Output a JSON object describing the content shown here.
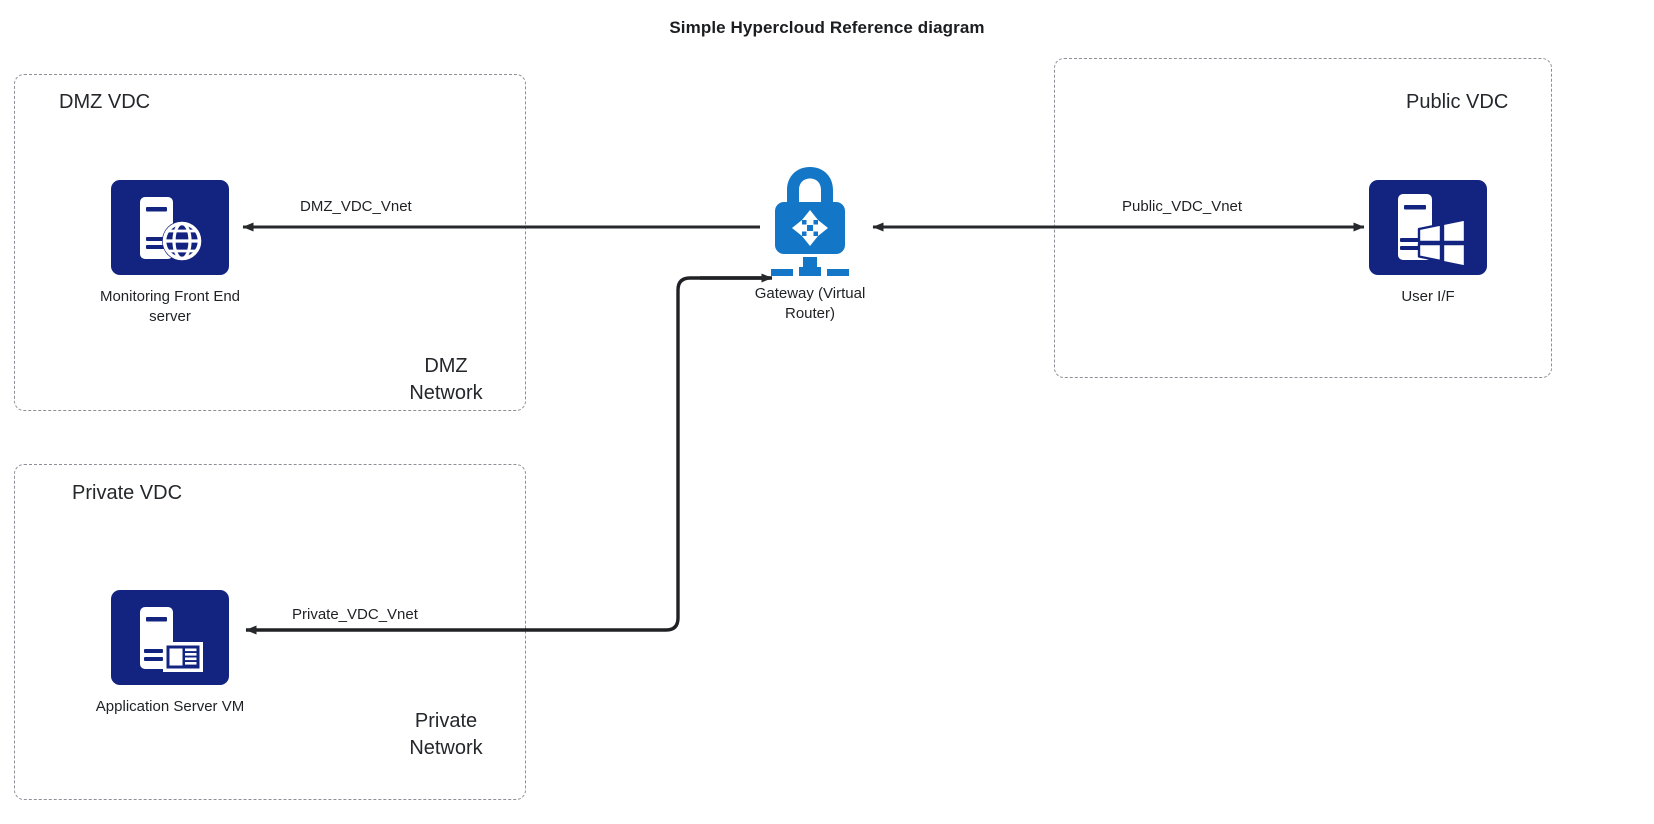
{
  "diagram": {
    "title": "Simple Hypercloud Reference diagram",
    "background": "#ffffff",
    "colors": {
      "icon_navy": "#132480",
      "gateway_blue": "#1476c6",
      "container_border": "#8c9096",
      "connector": "#1f2124",
      "text": "#1f2124"
    }
  },
  "containers": [
    {
      "id": "dmz",
      "title": "DMZ VDC",
      "network_label": "DMZ\nNetwork",
      "border_style": "dashed"
    },
    {
      "id": "private",
      "title": "Private VDC",
      "network_label": "Private\nNetwork",
      "border_style": "dashed"
    },
    {
      "id": "public",
      "title": "Public VDC",
      "network_label": "",
      "border_style": "dashed"
    }
  ],
  "nodes": [
    {
      "id": "monitoring",
      "caption": "Monitoring Front End\nserver",
      "icon": "server-globe-icon"
    },
    {
      "id": "appserver",
      "caption": "Application Server VM",
      "icon": "server-vm-icon"
    },
    {
      "id": "gateway",
      "caption": "Gateway (Virtual\nRouter)",
      "icon": "lock-router-icon"
    },
    {
      "id": "userif",
      "caption": "User I/F",
      "icon": "server-windows-icon"
    }
  ],
  "connections": [
    {
      "id": "dmz-vnet",
      "label": "DMZ_VDC_Vnet",
      "from": "gateway",
      "to": "monitoring",
      "arrow": "to-target"
    },
    {
      "id": "public-vnet",
      "label": "Public_VDC_Vnet",
      "from": "gateway",
      "to": "userif",
      "arrow": "both"
    },
    {
      "id": "private-vnet",
      "label": "Private_VDC_Vnet",
      "from": "gateway",
      "to": "appserver",
      "arrow": "both"
    }
  ]
}
